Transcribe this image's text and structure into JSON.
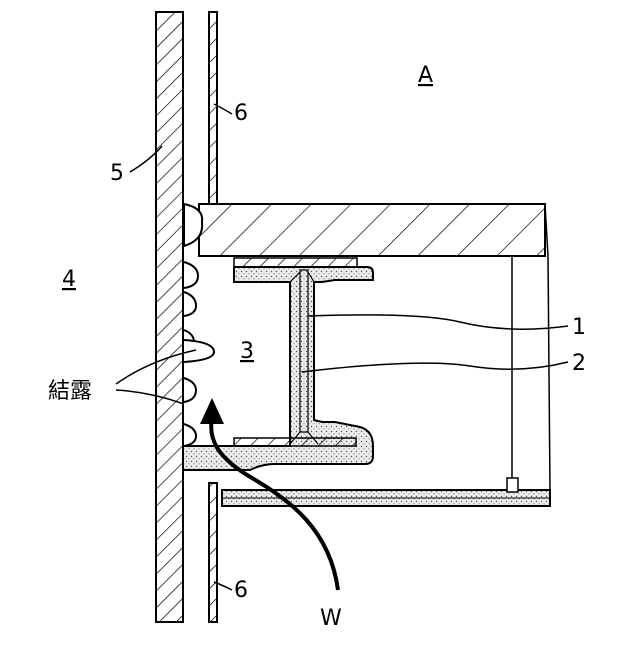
{
  "labels": {
    "space_a": "A",
    "space_4": "4",
    "space_3": "3",
    "wall_5": "5",
    "panel_6_top": "6",
    "panel_6_bottom": "6",
    "part_1": "1",
    "part_2": "2",
    "condensation": "結露",
    "airflow_w": "W"
  }
}
